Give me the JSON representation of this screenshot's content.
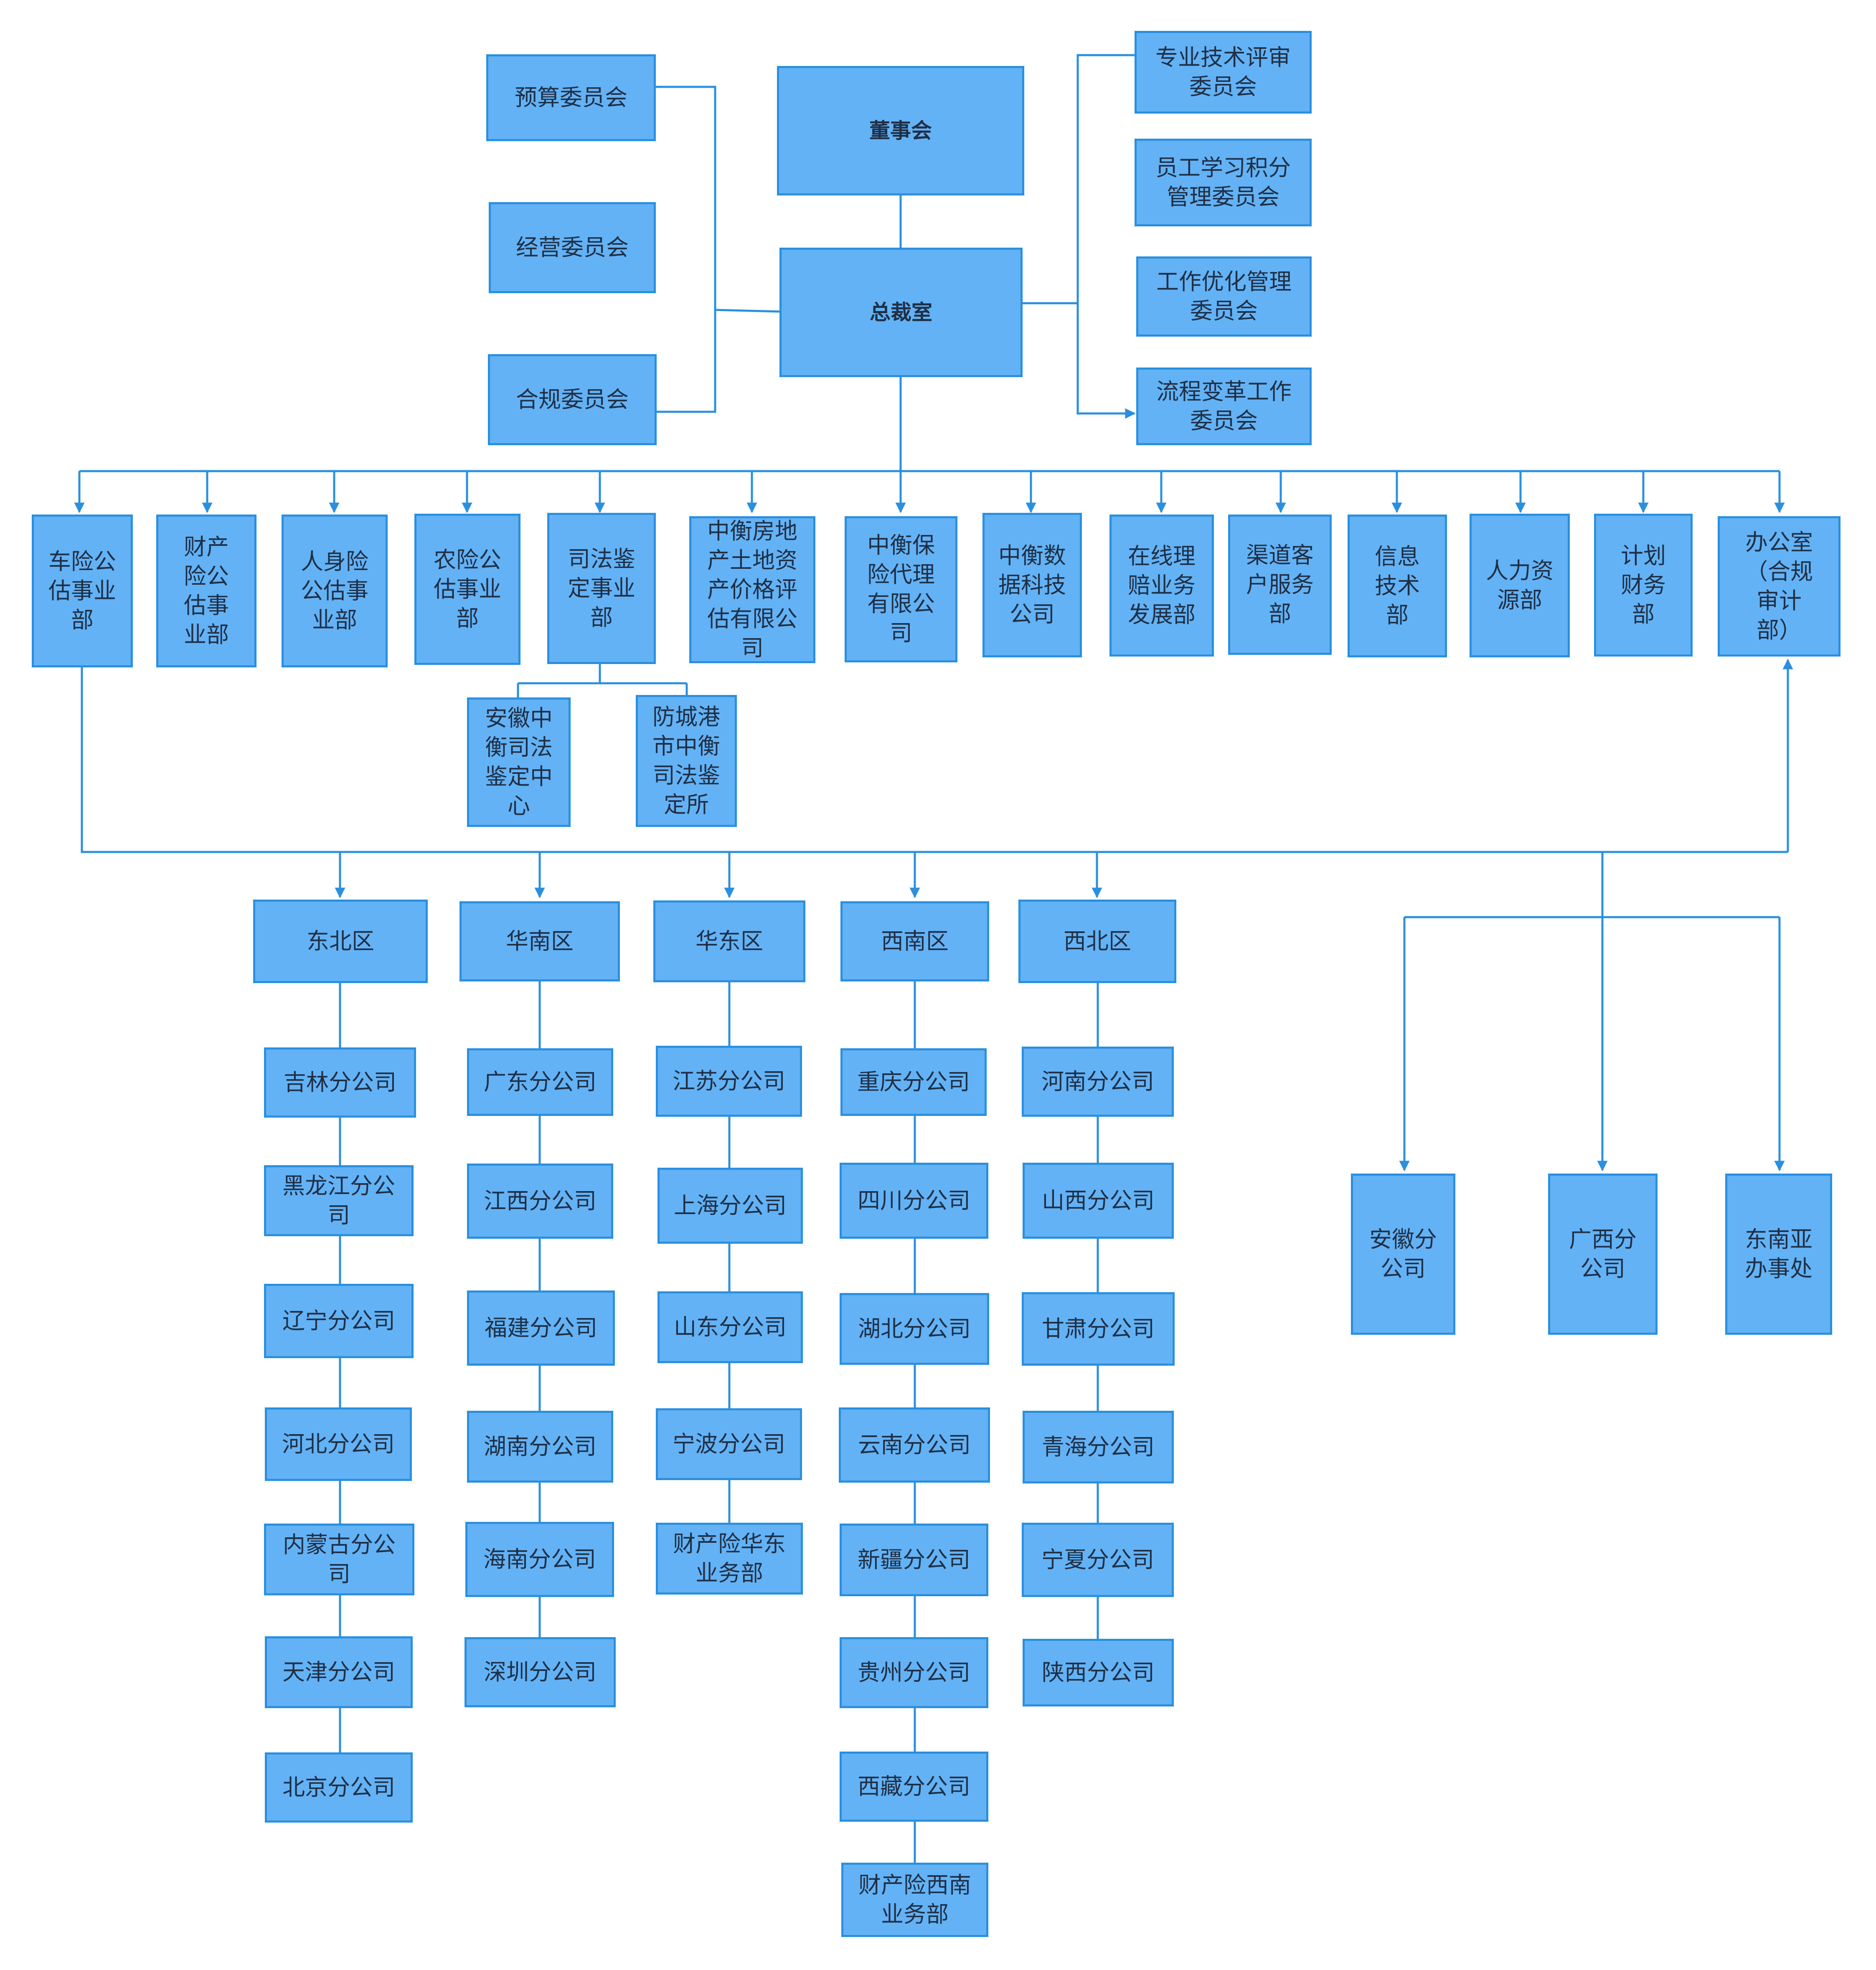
{
  "colors": {
    "box_fill": "#63b2f5",
    "box_border": "#2b8fe0",
    "line": "#2b8fe0",
    "text": "#1f2f46"
  },
  "board": "董事会",
  "president_office": "总裁室",
  "committees_left": [
    "预算委员会",
    "经营委员会",
    "合规委员会"
  ],
  "committees_right": [
    "专业技术评审\n委员会",
    "员工学习积分\n管理委员会",
    "工作优化管理\n委员会",
    "流程变革工作\n委员会"
  ],
  "departments": [
    "车险公\n估事业\n部",
    "财产\n险公\n估事\n业部",
    "人身险\n公估事\n业部",
    "农险公\n估事业\n部",
    "司法鉴\n定事业\n部",
    "中衡房地\n产土地资\n产价格评\n估有限公\n司",
    "中衡保\n险代理\n有限公\n司",
    "中衡数\n据科技\n公司",
    "在线理\n赔业务\n发展部",
    "渠道客\n户服务\n部",
    "信息\n技术\n部",
    "人力资\n源部",
    "计划\n财务\n部",
    "办公室\n（合规\n审计\n部）"
  ],
  "judicial_subs": [
    "安徽中\n衡司法\n鉴定中\n心",
    "防城港\n市中衡\n司法鉴\n定所"
  ],
  "regions": [
    {
      "name": "东北区",
      "branches": [
        "吉林分公司",
        "黑龙江分公\n司",
        "辽宁分公司",
        "河北分公司",
        "内蒙古分公\n司",
        "天津分公司",
        "北京分公司"
      ]
    },
    {
      "name": "华南区",
      "branches": [
        "广东分公司",
        "江西分公司",
        "福建分公司",
        "湖南分公司",
        "海南分公司",
        "深圳分公司"
      ]
    },
    {
      "name": "华东区",
      "branches": [
        "江苏分公司",
        "上海分公司",
        "山东分公司",
        "宁波分公司",
        "财产险华东\n业务部"
      ]
    },
    {
      "name": "西南区",
      "branches": [
        "重庆分公司",
        "四川分公司",
        "湖北分公司",
        "云南分公司",
        "新疆分公司",
        "贵州分公司",
        "西藏分公司",
        "财产险西南\n业务部"
      ]
    },
    {
      "name": "西北区",
      "branches": [
        "河南分公司",
        "山西分公司",
        "甘肃分公司",
        "青海分公司",
        "宁夏分公司",
        "陕西分公司"
      ]
    }
  ],
  "direct_units": [
    "安徽分\n公司",
    "广西分\n公司",
    "东南亚\n办事处"
  ]
}
